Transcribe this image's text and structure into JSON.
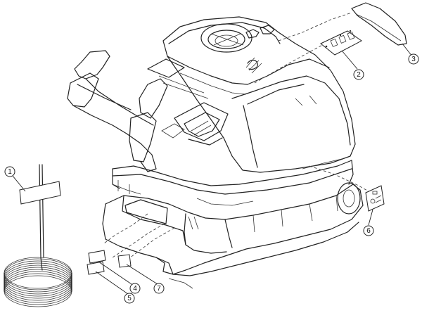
{
  "diagram": {
    "callouts": [
      {
        "id": "c1",
        "label": "1"
      },
      {
        "id": "c2",
        "label": "2"
      },
      {
        "id": "c3",
        "label": "3"
      },
      {
        "id": "c4",
        "label": "4"
      },
      {
        "id": "c5",
        "label": "5"
      },
      {
        "id": "c6",
        "label": "6"
      },
      {
        "id": "c7",
        "label": "7"
      }
    ]
  }
}
